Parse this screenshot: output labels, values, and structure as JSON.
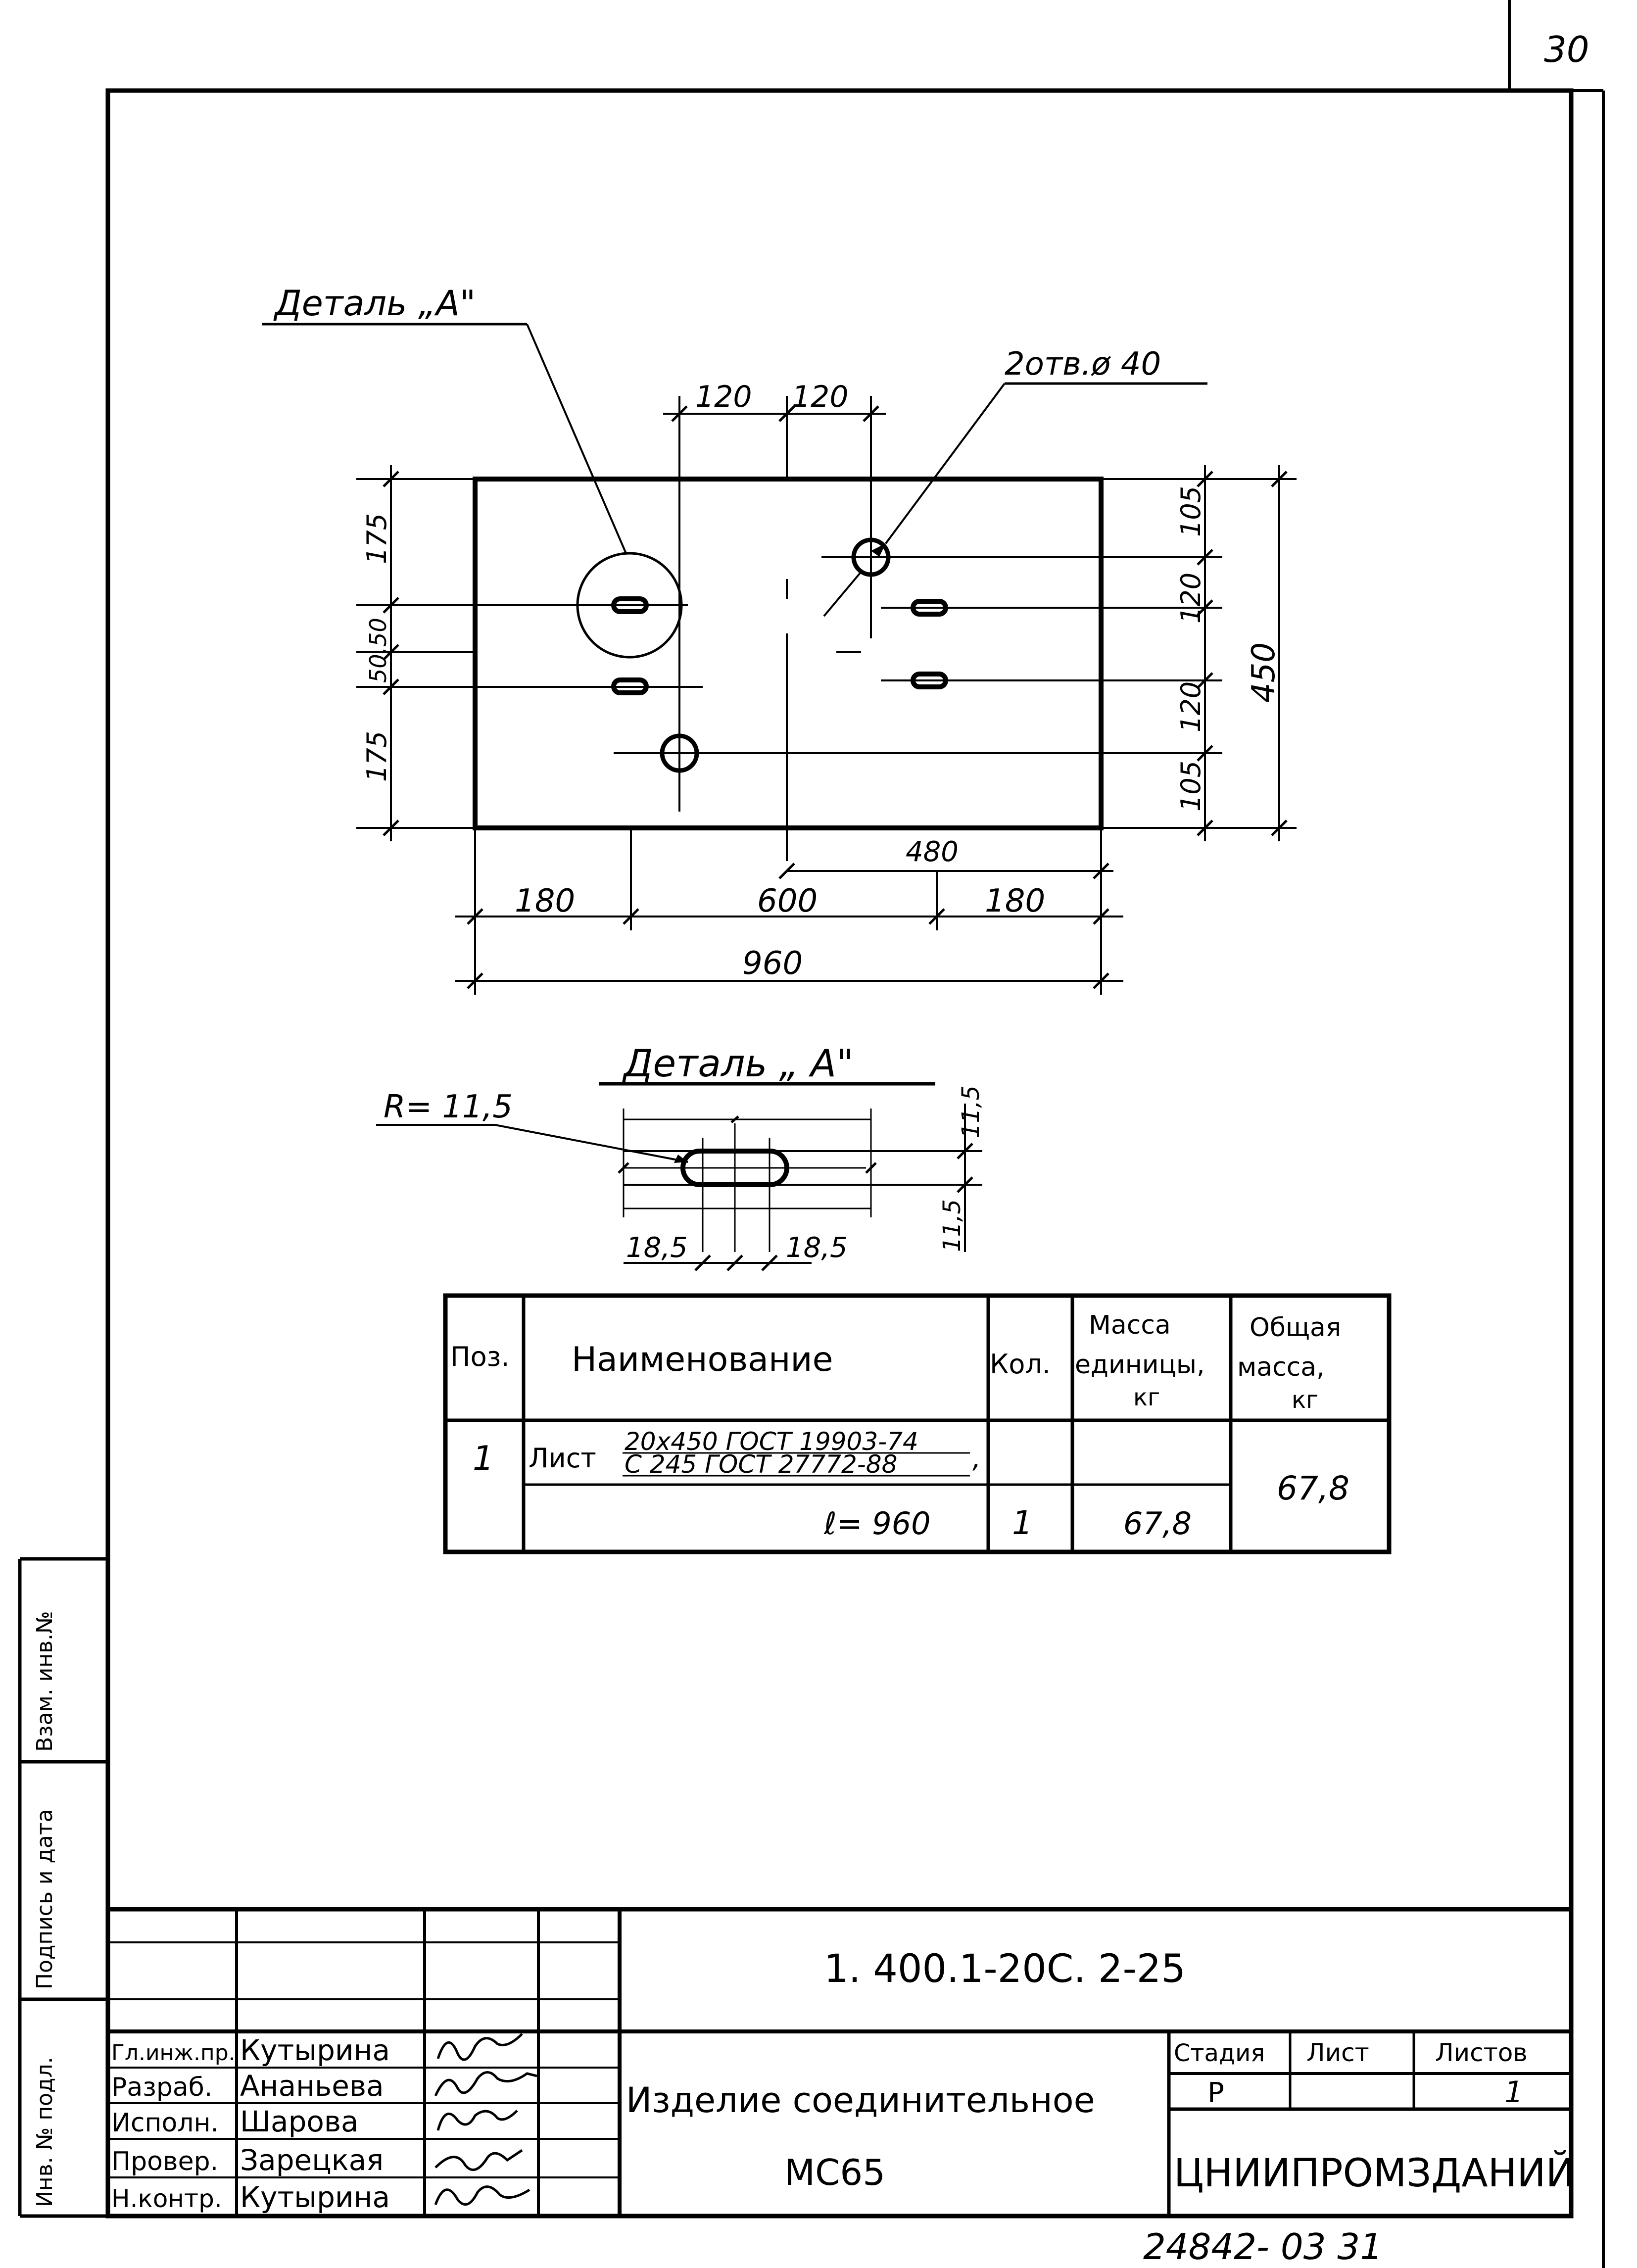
{
  "sheet": {
    "page_corner": "30",
    "bottom_stamp": "24842- 03   31"
  },
  "side_stamp": {
    "inv_podl": "Инв. № подл.",
    "podpis_data": "Подпись и дата",
    "vzam_inv": "Взам. инв.№"
  },
  "drawing": {
    "detail_ref": "Деталь „А\"",
    "holes_callout": "2отв.ø 40",
    "dims": {
      "top_120_a": "120",
      "top_120_b": "120",
      "left_175_top": "175",
      "left_50_50": "50,50",
      "left_175_bottom": "175",
      "right_105_top": "105",
      "right_120_a": "120",
      "right_120_b": "120",
      "right_105_bottom": "105",
      "right_450": "450",
      "d_480": "480",
      "d_180_left": "180",
      "d_600": "600",
      "d_180_right": "180",
      "d_960": "960"
    }
  },
  "detail": {
    "title": "Деталь „ А\"",
    "radius": "R= 11,5",
    "d_11_5_a": "11,5",
    "d_11_5_b": "11,5",
    "d_18_5_a": "18,5",
    "d_18_5_b": "18,5"
  },
  "spec": {
    "headers": {
      "pos": "Поз.",
      "name": "Наименование",
      "qty": "Кол.",
      "unit_mass": [
        "Масса",
        "единицы,",
        "кг"
      ],
      "total_mass": [
        "Общая",
        "масса,",
        "кг"
      ]
    },
    "row": {
      "pos": "1",
      "name_prefix": "Лист",
      "name_line1": "20х450 ГОСТ 19903-74",
      "name_line2": "С 245 ГОСТ 27772-88",
      "name_comma": ",",
      "length": "ℓ= 960",
      "qty": "1",
      "unit_mass": "67,8",
      "total_mass": "67,8"
    }
  },
  "title_block": {
    "doc_code": "1. 400.1-20С. 2-25",
    "roles": [
      "Гл.инж.пр.",
      "Разраб.",
      "Исполн.",
      "Провер.",
      "Н.контр."
    ],
    "names": [
      "Кутырина",
      "Ананьева",
      "Шарова",
      "Зарецкая",
      "Кутырина"
    ],
    "product_line1": "Изделие  соединительное",
    "product_line2": "МС65",
    "stage_label": "Стадия",
    "sheet_label": "Лист",
    "sheets_label": "Листов",
    "stage_value": "Р",
    "sheet_value": "",
    "sheets_value": "1",
    "organization": "ЦНИИПРОМЗДАНИЙ"
  }
}
